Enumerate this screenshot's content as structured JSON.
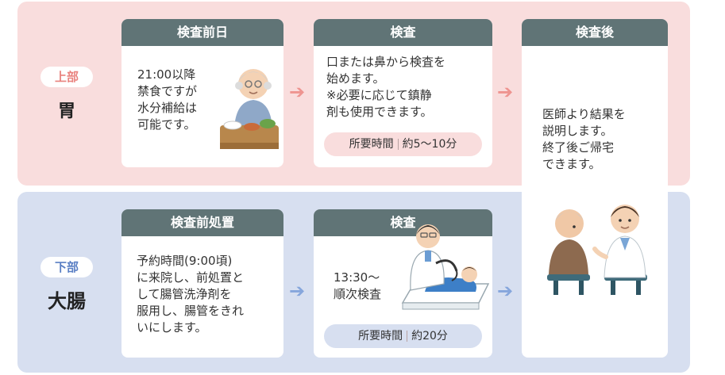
{
  "upper": {
    "badge": "上部",
    "organ": "胃",
    "day_before": {
      "title": "検査前日",
      "lines": [
        "21:00以降",
        "禁食ですが",
        "水分補給は",
        "可能です。"
      ]
    },
    "exam": {
      "title": "検査",
      "lines": [
        "口または鼻から検査を",
        "始めます。",
        "※必要に応じて鎮静",
        "剤も使用できます。"
      ],
      "time_label": "所要時間",
      "time_value": "約5〜10分"
    }
  },
  "after": {
    "title": "検査後",
    "lines": [
      "医師より結果を",
      "説明します。",
      "終了後ご帰宅",
      "できます。"
    ]
  },
  "lower": {
    "badge": "下部",
    "organ": "大腸",
    "prep": {
      "title": "検査前処置",
      "lines": [
        "予約時間(9:00頃)",
        "に来院し、前処置と",
        "して腸管洗浄剤を",
        "服用し、腸管をきれ",
        "いにします。"
      ]
    },
    "exam": {
      "title": "検査",
      "lines": [
        "13:30〜",
        "順次検査"
      ],
      "time_label": "所要時間",
      "time_value": "約20分"
    }
  },
  "colors": {
    "upper_band": "#f9dddd",
    "lower_band": "#d7dff0",
    "card_header": "#607476",
    "upper_accent": "#e9837f",
    "lower_accent": "#5a7fc4"
  },
  "icons": [
    "arrow-right-icon",
    "elderly-eating-illustration",
    "doctor-endoscope-illustration",
    "doctor-consultation-illustration"
  ]
}
